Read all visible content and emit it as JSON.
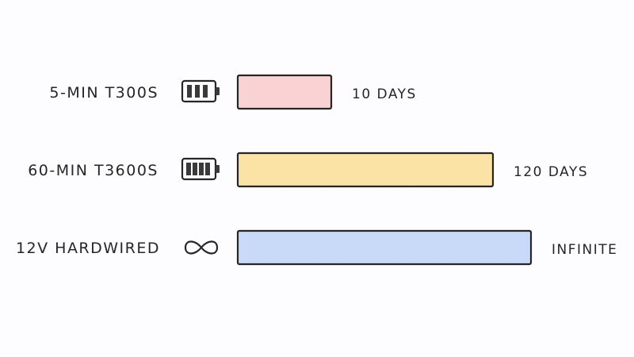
{
  "chart_data": {
    "type": "bar",
    "orientation": "horizontal",
    "categories": [
      "5-MIN T300S",
      "60-MIN T3600S",
      "12V HARDWIRED"
    ],
    "values": [
      10,
      120,
      null
    ],
    "value_labels": [
      "10 DAYS",
      "120 DAYS",
      "INFINITE"
    ],
    "icons": [
      "battery-3-cells-icon",
      "battery-4-cells-icon",
      "infinity-icon"
    ],
    "colors": [
      "#f9d3d4",
      "#fbe3a6",
      "#c8daf7"
    ]
  }
}
